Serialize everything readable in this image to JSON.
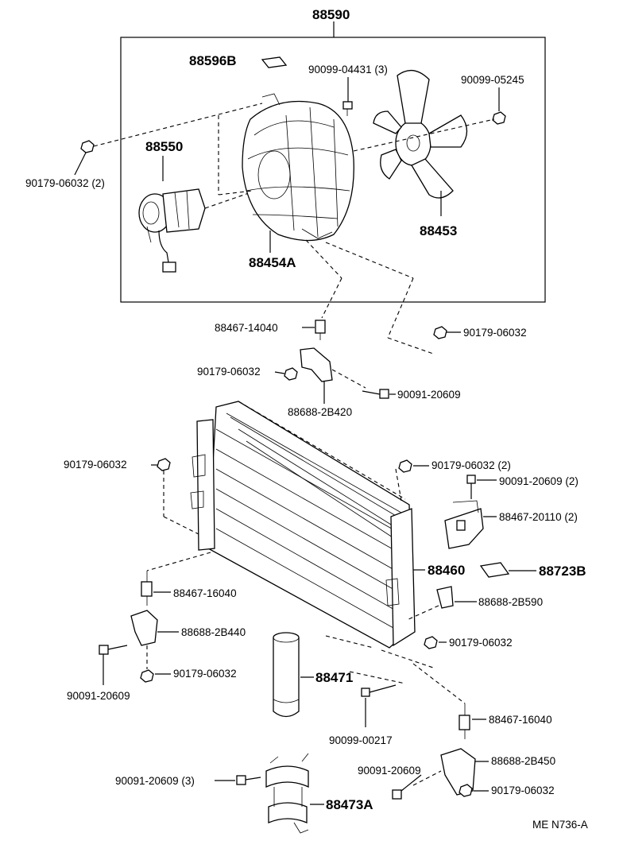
{
  "labels": {
    "assembly": "88590",
    "plate": "88596B",
    "screw_3": "90099-04431 (3)",
    "nut_fan": "90099-05245",
    "motor": "88550",
    "nut_motor": "90179-06032 (2)",
    "fan_blade": "88453",
    "shroud": "88454A",
    "switch_top": "88467-14040",
    "nut_right_top": "90179-06032",
    "nut_bracket": "90179-06032",
    "bolt_bracket": "90091-20609",
    "bracket_top": "88688-2B420",
    "nut_cond_left": "90179-06032",
    "nut_cond_right": "90179-06032 (2)",
    "bolt_right": "90091-20609 (2)",
    "switch_right": "88467-20110 (2)",
    "condenser": "88460",
    "label_plate": "88723B",
    "switch_left": "88467-16040",
    "bracket_right": "88688-2B590",
    "bracket_left": "88688-2B440",
    "nut_right_mid": "90179-06032",
    "nut_left_low": "90179-06032",
    "receiver": "88471",
    "bolt_left_low": "90091-20609",
    "screw_receiver": "90099-00217",
    "switch_bottom": "88467-16040",
    "bracket_bottom": "88688-2B450",
    "bolt_bottom": "90091-20609",
    "nut_bottom": "90179-06032",
    "bolt_clamp": "90091-20609 (3)",
    "clamp": "88473A",
    "figure_code": "ME N736-A"
  }
}
